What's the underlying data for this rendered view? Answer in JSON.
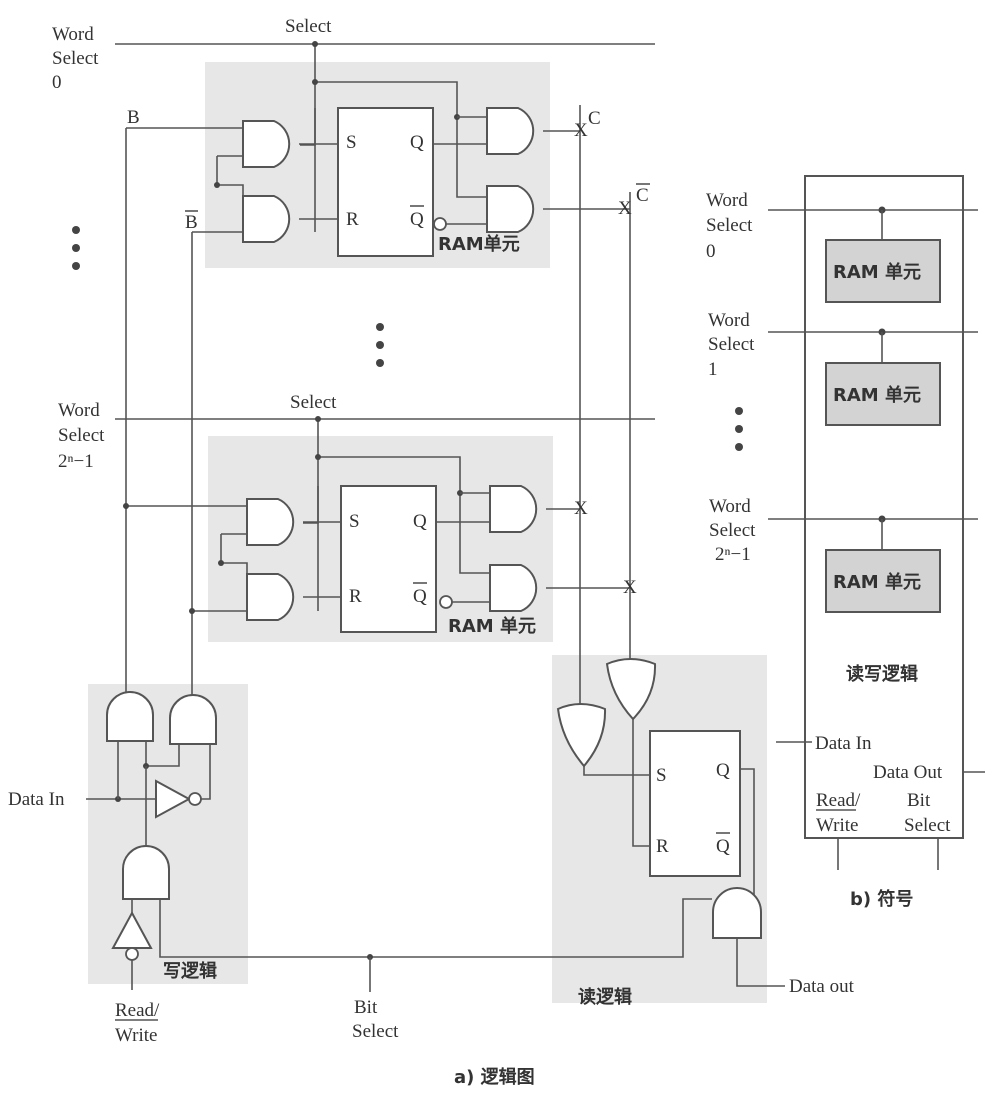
{
  "logic": {
    "word_select_0": [
      "Word",
      "Select",
      "0"
    ],
    "word_select_n": [
      "Word",
      "Select",
      "2ⁿ−1"
    ],
    "select": "Select",
    "b": "B",
    "b_bar": "B",
    "c": "C",
    "c_bar": "C",
    "s": "S",
    "r": "R",
    "q": "Q",
    "ram_cell_top": "RAM单元",
    "ram_cell_bottom": "RAM 单元",
    "data_in": "Data In",
    "read_write": [
      "Read/",
      "Write"
    ],
    "write_logic": "写逻辑",
    "bit_select": [
      "Bit",
      "Select"
    ],
    "read_logic": "读逻辑",
    "data_out": "Data out",
    "caption": "a) 逻辑图"
  },
  "symbol": {
    "word_select_0": [
      "Word",
      "Select",
      "0"
    ],
    "word_select_1": [
      "Word",
      "Select",
      "1"
    ],
    "word_select_n": [
      "Word",
      "Select",
      "2ⁿ−1"
    ],
    "ram_cell": "RAM 单元",
    "rw_logic": "读写逻辑",
    "data_in": "Data In",
    "data_out": "Data Out",
    "read_write": [
      "Read/",
      "Write"
    ],
    "bit_select": [
      "Bit",
      "Select"
    ],
    "caption": "b) 符号"
  }
}
